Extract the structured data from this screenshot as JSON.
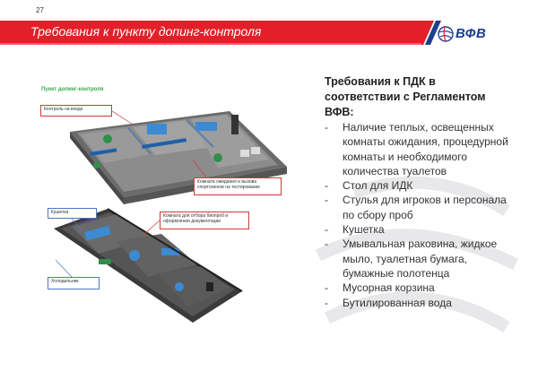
{
  "page_number": "27",
  "header": {
    "title": "Требования к пункту допинг-контроля",
    "bar_color": "#e3202a",
    "stripe_color": "#1d3f8f"
  },
  "logo": {
    "text": "ВФВ",
    "color": "#1d3f8f",
    "icon": "ball-icon"
  },
  "diagram": {
    "label": "Пункт допинг-контроля",
    "callouts": {
      "entrance": "Контроль на входе",
      "waiting": "Комната ожидания и вызова спортсменов на тестирование",
      "couch": "Кушетка",
      "sampling": "Комната для отбора биопроб и оформления документации",
      "fridge": "Холодильник"
    }
  },
  "requirements": {
    "heading": "Требования к ПДК в соответствии с Регламентом ВФВ:",
    "items": [
      "Наличие теплых, освещенных комнаты ожидания, процедурной комнаты и необходимого количества туалетов",
      "Стол для ИДК",
      "Стулья для игроков и персонала по сбору проб",
      "Кушетка",
      "Умывальная раковина, жидкое мыло, туалетная бумага, бумажные полотенца",
      "Мусорная корзина",
      "Бутилированная вода"
    ]
  }
}
